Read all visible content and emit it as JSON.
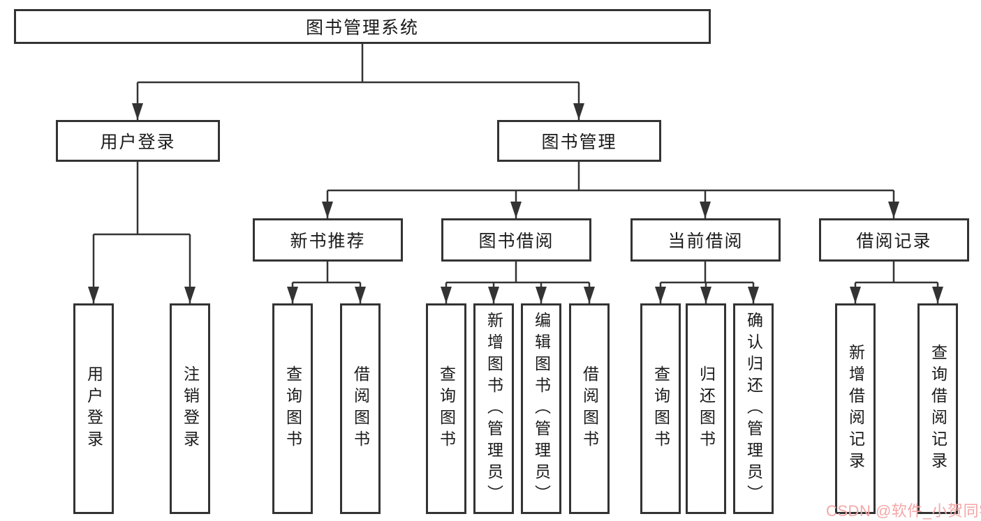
{
  "palette": {
    "box_border": "#333333",
    "connector_line": "#333333",
    "text": "#1a1a1a",
    "background": "#ffffff",
    "watermark_color": "#f4a7a7"
  },
  "tree": {
    "root": {
      "label": "图书管理系统"
    },
    "branches": [
      {
        "label": "用户登录",
        "children": [
          {
            "label": "用户登录"
          },
          {
            "label": "注销登录"
          }
        ]
      },
      {
        "label": "图书管理",
        "children": [
          {
            "label": "新书推荐",
            "children": [
              {
                "label": "查询图书"
              },
              {
                "label": "借阅图书"
              }
            ]
          },
          {
            "label": "图书借阅",
            "children": [
              {
                "label": "查询图书"
              },
              {
                "label": "新增图书（管理员）"
              },
              {
                "label": "编辑图书（管理员）"
              },
              {
                "label": "借阅图书"
              }
            ]
          },
          {
            "label": "当前借阅",
            "children": [
              {
                "label": "查询图书"
              },
              {
                "label": "归还图书"
              },
              {
                "label": "确认归还（管理员）"
              }
            ]
          },
          {
            "label": "借阅记录",
            "children": [
              {
                "label": "新增借阅记录"
              },
              {
                "label": "查询借阅记录"
              }
            ]
          }
        ]
      }
    ]
  },
  "watermark": {
    "text": "CSDN @软件_小贺同学"
  }
}
